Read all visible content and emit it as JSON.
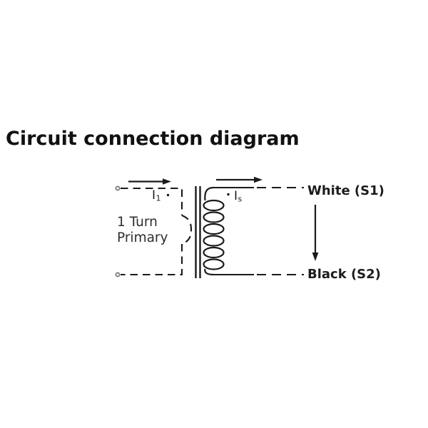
{
  "title": "Circuit connection diagram",
  "diagram": {
    "primary_label_line1": "1 Turn",
    "primary_label_line2": "Primary",
    "primary_current": {
      "base": "I",
      "sub": "1"
    },
    "secondary_current": {
      "base": "I",
      "sub": "s"
    },
    "terminal_white_label": "White (S1)",
    "terminal_black_label": "Black (S2)",
    "colors": {
      "line": "#1a1a1a",
      "text_dark": "#1c1c1c",
      "text_gray": "#2e2e2e",
      "terminal_ring": "#6f6f6f",
      "background": "#ffffff"
    }
  }
}
